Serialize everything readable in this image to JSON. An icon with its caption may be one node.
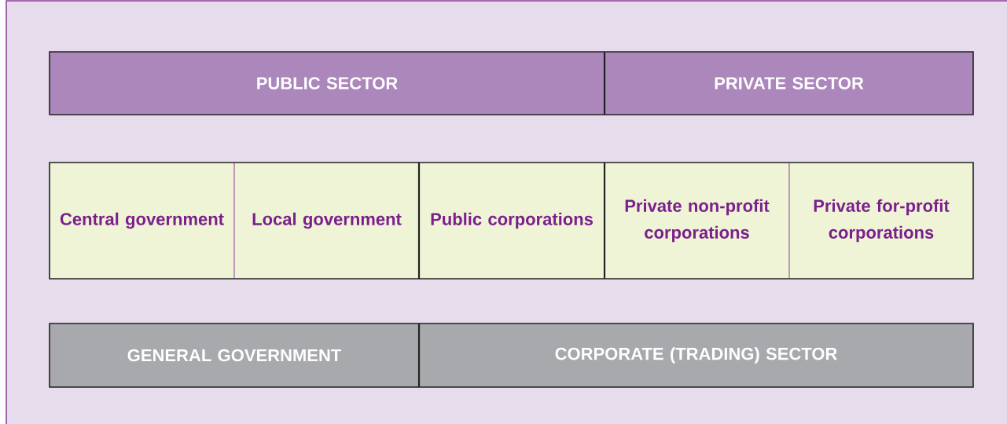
{
  "diagram": {
    "nodes": [
      {
        "text": [
          "PUBLIC SECTOR"
        ]
      },
      {
        "text": [
          "PRIVATE SECTOR"
        ]
      },
      {
        "text": [
          "Central government"
        ]
      },
      {
        "text": [
          "Local government"
        ]
      },
      {
        "text": [
          "Public corporations"
        ]
      },
      {
        "text": [
          "Private non-profit corporations"
        ]
      },
      {
        "text": [
          "Private for-profit corporations"
        ]
      },
      {
        "text": [
          "GENERAL GOVERNMENT"
        ]
      },
      {
        "text": [
          "CORPORATE (TRADING) SECTOR"
        ]
      }
    ]
  }
}
